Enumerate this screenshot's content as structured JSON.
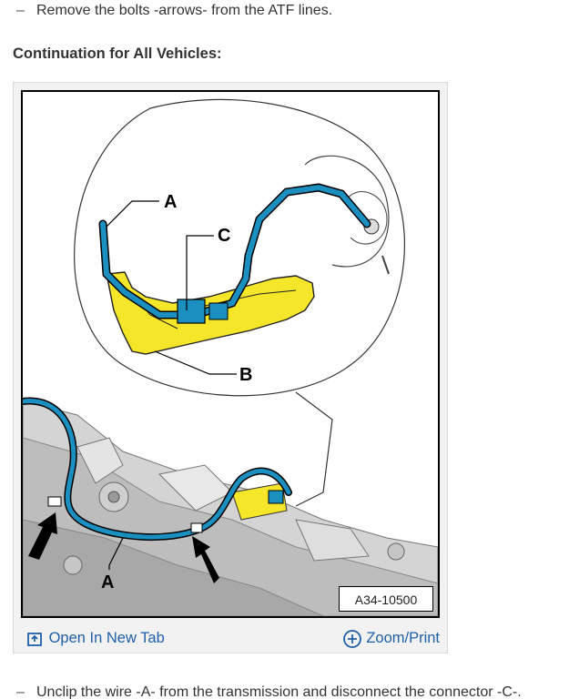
{
  "steps": {
    "top": {
      "dash": "–",
      "text": "Remove the bolts -arrows- from the ATF lines."
    },
    "bottom": {
      "dash": "–",
      "text": "Unclip the wire -A- from the transmission and disconnect the connector -C-."
    }
  },
  "section": {
    "title": "Continuation for All Vehicles:"
  },
  "figure": {
    "labels": {
      "a_top": "A",
      "b": "B",
      "c": "C",
      "a_bottom": "A"
    },
    "code": "A34-10500",
    "colors": {
      "line": "#1b8fc0",
      "bracket": "#f5e62a",
      "housing": "#cfcfcf",
      "outline": "#000000"
    }
  },
  "toolbar": {
    "open_tab_label": "Open In New Tab",
    "open_tab_icon": "open-in-new-tab-icon",
    "zoom_label": "Zoom/Print",
    "zoom_icon": "plus-circle-icon",
    "link_color": "#1f5fa8"
  }
}
